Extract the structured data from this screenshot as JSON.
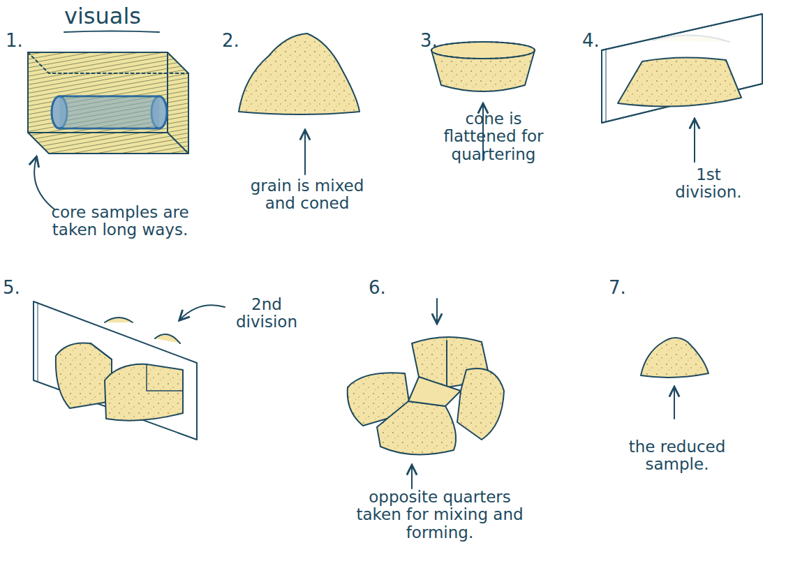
{
  "diagram": {
    "title": "visuals",
    "labels": [
      "1.",
      "core samples are taken long ways.",
      "2.",
      "grain is mixed and coned",
      "3.",
      "cone is flattened for quartering",
      "4.",
      "1st division.",
      "5.",
      "2nd division",
      "6.",
      "opposite quarters taken for mixing and forming.",
      "7.",
      "the reduced sample."
    ]
  }
}
